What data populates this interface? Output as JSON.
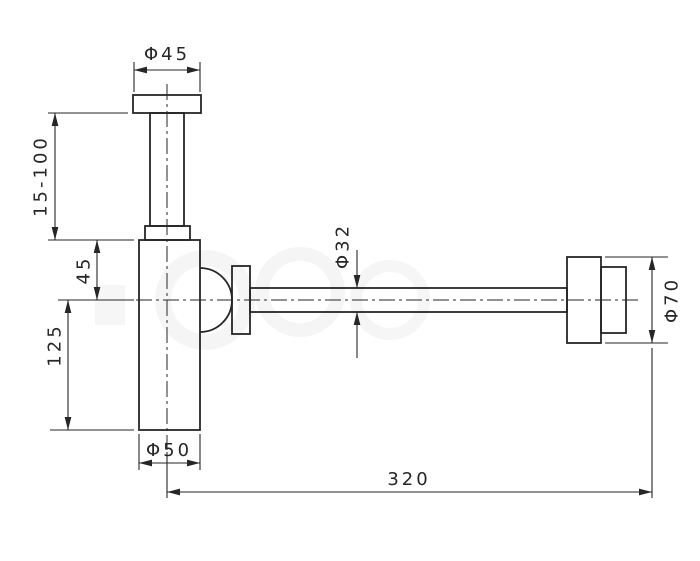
{
  "drawing": {
    "labels": {
      "top_flange_diameter": "Φ45",
      "inlet_height_range": "15-100",
      "inlet_offset": "45",
      "body_height": "125",
      "body_diameter": "Φ50",
      "pipe_diameter": "Φ32",
      "wall_flange_diameter": "Φ70",
      "horizontal_length": "320"
    },
    "colors": {
      "line": "#262626",
      "background": "#ffffff"
    }
  }
}
